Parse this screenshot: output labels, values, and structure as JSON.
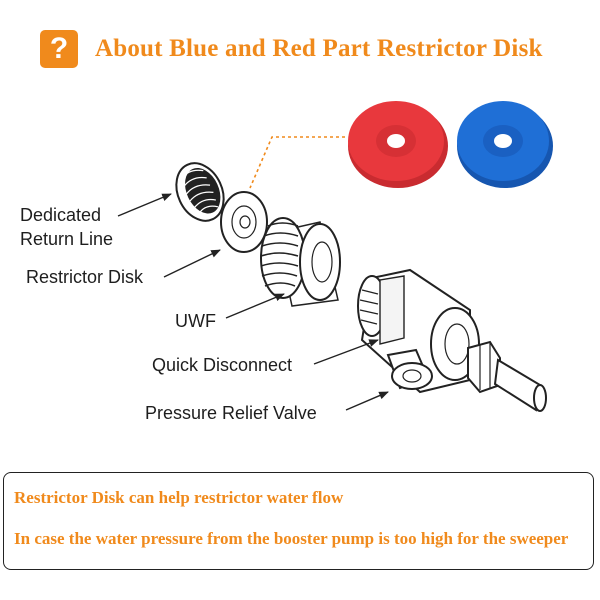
{
  "header": {
    "icon_glyph": "?",
    "icon": "question-mark-icon",
    "title": "About Blue and Red Part Restrictor Disk"
  },
  "labels": {
    "dedicated_return_line": [
      "Dedicated",
      "Return Line"
    ],
    "restrictor_disk": "Restrictor Disk",
    "uwf": "UWF",
    "quick_disconnect": "Quick Disconnect",
    "pressure_relief_valve": "Pressure Relief Valve"
  },
  "disks": [
    {
      "color_name": "red",
      "color": "#e8383d"
    },
    {
      "color_name": "blue",
      "color": "#1f6fd6"
    }
  ],
  "info": {
    "line1": "Restrictor Disk can help restrictor water flow",
    "line2": "In case the water pressure from the booster pump is too high for the sweeper"
  },
  "colors": {
    "accent": "#f08a1c",
    "text": "#1e1e1e"
  }
}
